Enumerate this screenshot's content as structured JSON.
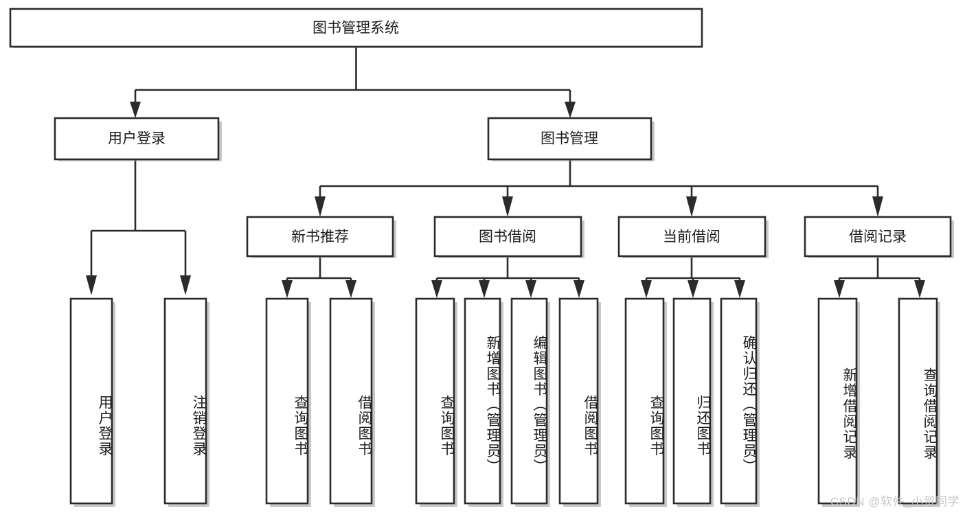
{
  "diagram": {
    "title": "图书管理系统",
    "type": "tree-hierarchy-diagram",
    "watermark": "CSDN @软件_小贺同学",
    "colors": {
      "stroke": "#2b2b2b",
      "fill": "#ffffff",
      "text": "#1d1d1d",
      "shadow": "#9a9a9a",
      "watermark": "#c9c9c9"
    },
    "root": {
      "label": "图书管理系统"
    },
    "level2": [
      {
        "label": "用户登录"
      },
      {
        "label": "图书管理"
      }
    ],
    "level3": [
      {
        "label": "新书推荐"
      },
      {
        "label": "图书借阅"
      },
      {
        "label": "当前借阅"
      },
      {
        "label": "借阅记录"
      }
    ],
    "leaves": {
      "user_login": [
        {
          "label": "用户登录"
        },
        {
          "label": "注销登录"
        }
      ],
      "new_book_recommend": [
        {
          "label": "查询图书"
        },
        {
          "label": "借阅图书"
        }
      ],
      "book_borrow": [
        {
          "label": "查询图书"
        },
        {
          "label": "新增图书（管理员）"
        },
        {
          "label": "编辑图书（管理员）"
        },
        {
          "label": "借阅图书"
        }
      ],
      "current_borrow": [
        {
          "label": "查询图书"
        },
        {
          "label": "归还图书"
        },
        {
          "label": "确认归还（管理员）"
        }
      ],
      "borrow_record": [
        {
          "label": "新增借阅记录"
        },
        {
          "label": "查询借阅记录"
        }
      ]
    }
  }
}
